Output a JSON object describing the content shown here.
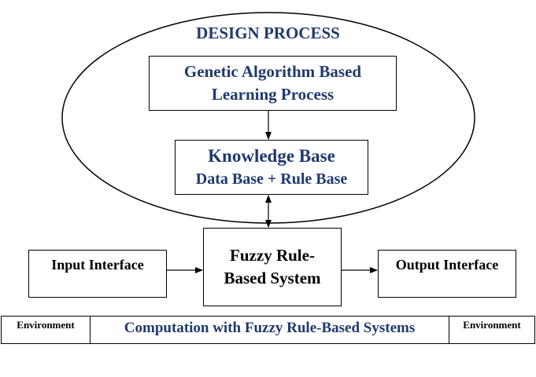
{
  "diagram": {
    "title": "DESIGN PROCESS",
    "ga_box": {
      "line1": "Genetic Algorithm Based",
      "line2": "Learning Process"
    },
    "knowledge_base": {
      "title": "Knowledge Base",
      "subtitle": "Data Base + Rule Base"
    },
    "frbs": {
      "line1": "Fuzzy Rule-",
      "line2": "Based System"
    },
    "input_interface": "Input Interface",
    "output_interface": "Output Interface",
    "bottom_bar": {
      "left": "Environment",
      "center": "Computation with Fuzzy Rule-Based Systems",
      "right": "Environment"
    },
    "colors": {
      "accent_text": "#1f3a6e",
      "lines": "#000000"
    }
  }
}
